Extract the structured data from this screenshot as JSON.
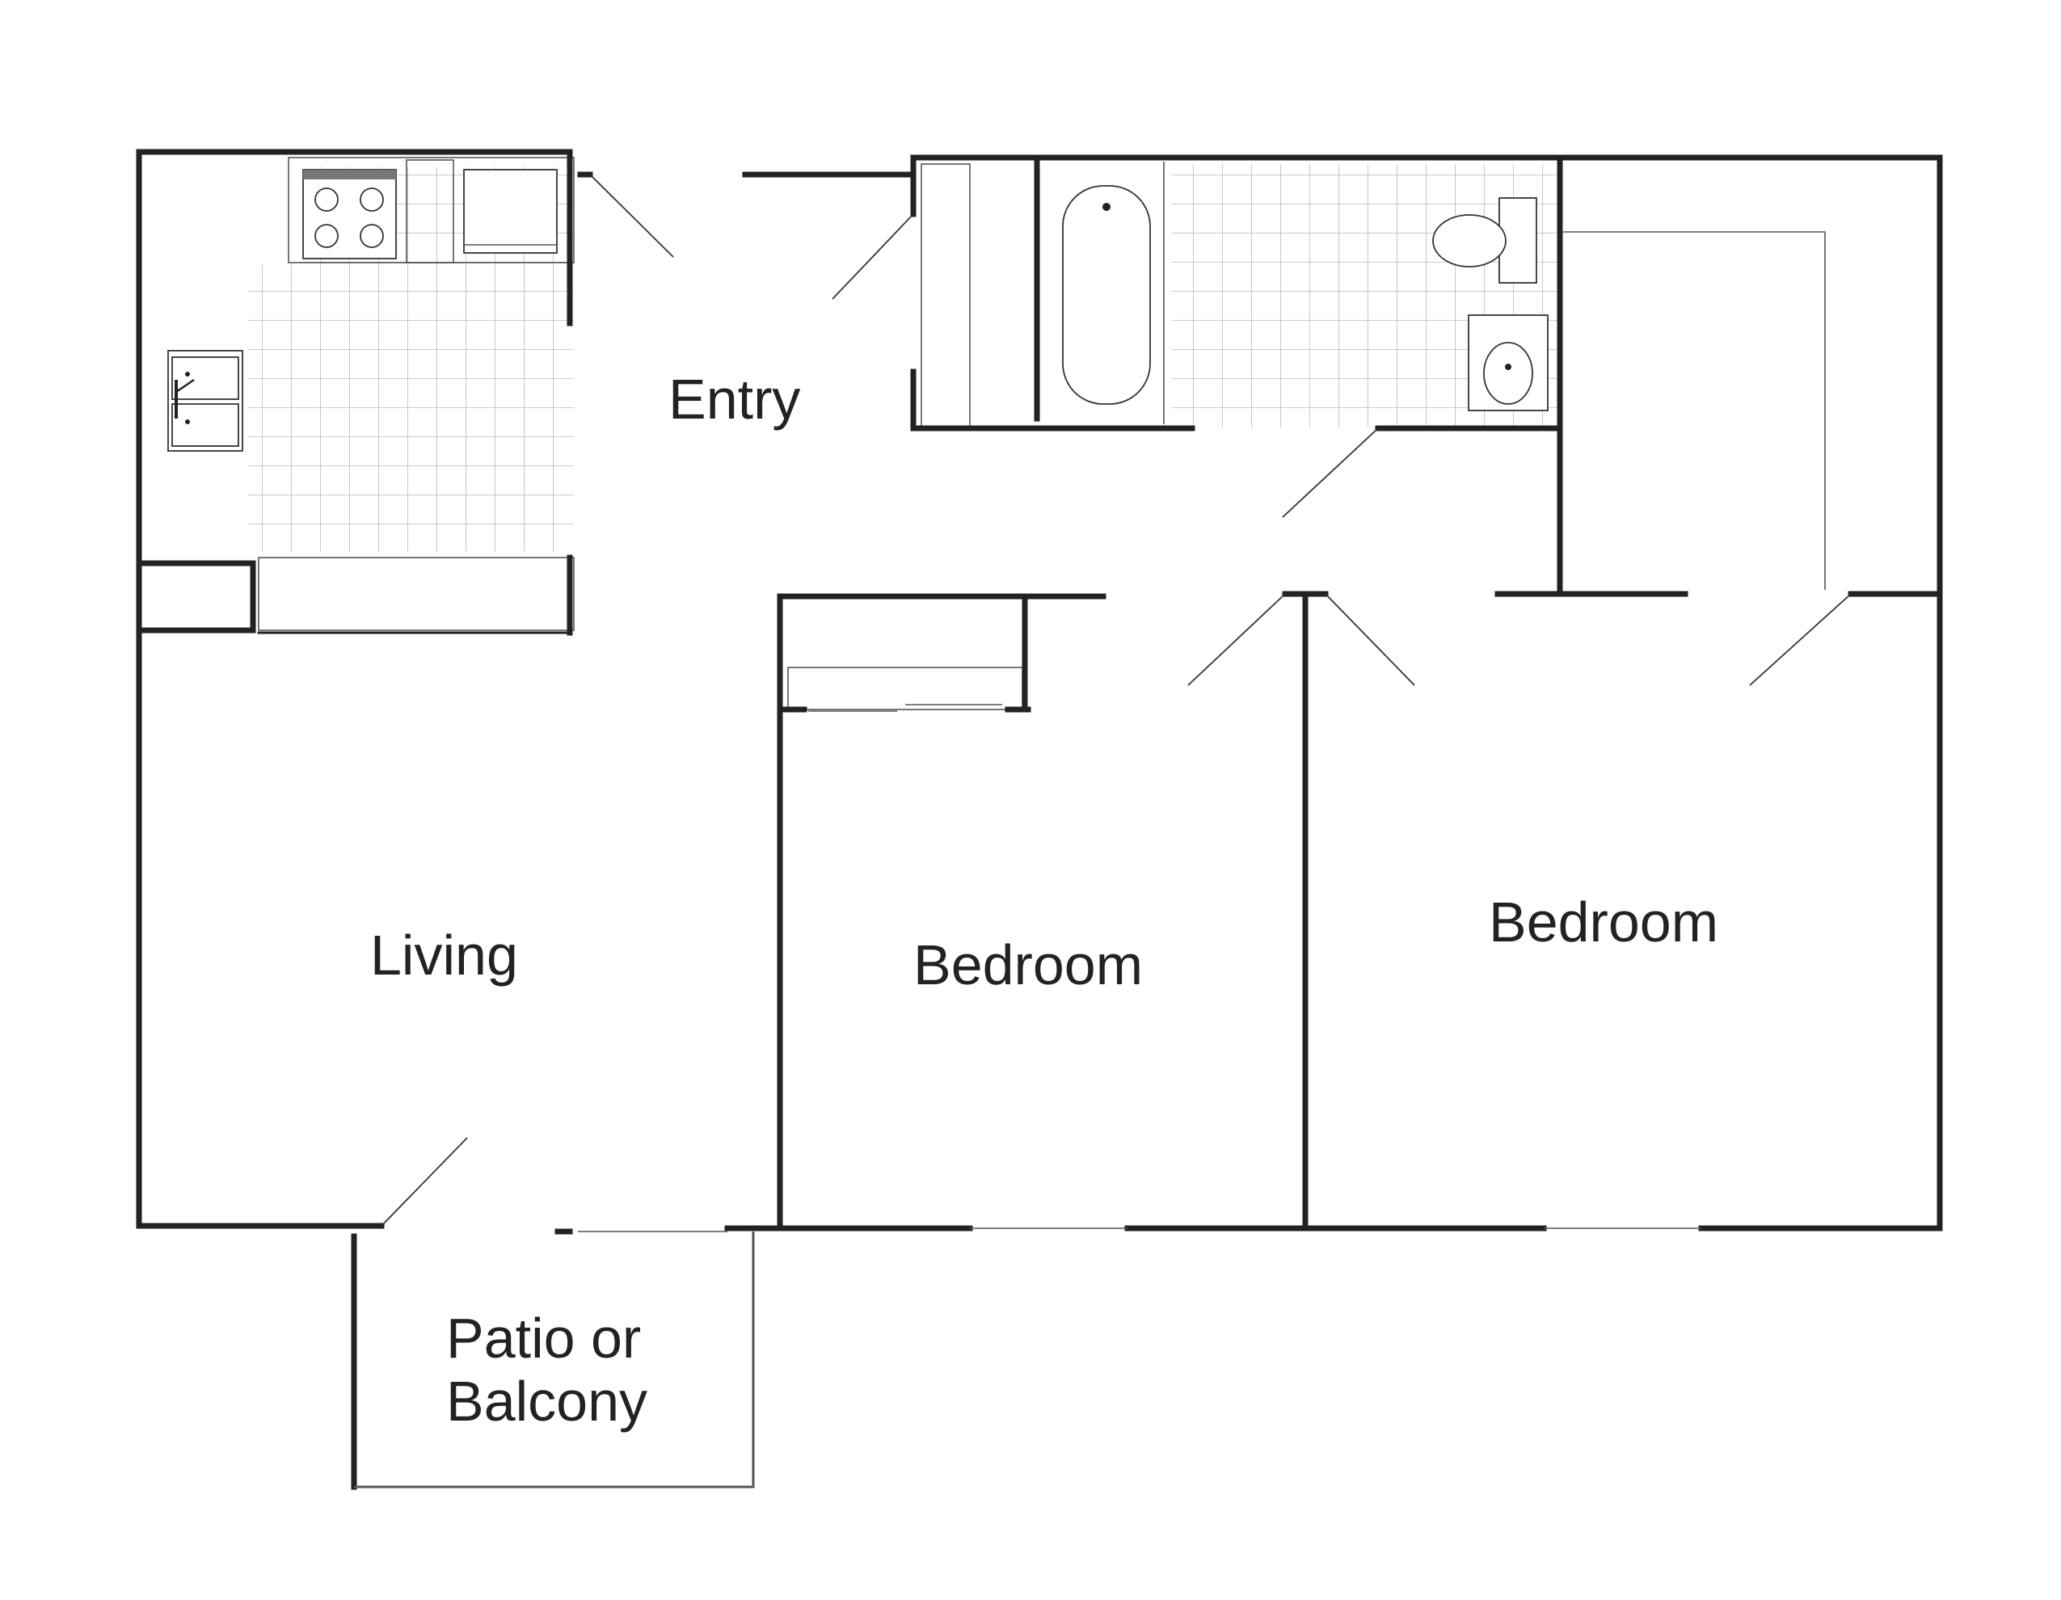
{
  "rooms": {
    "entry": "Entry",
    "living": "Living",
    "bedroom_1": "Bedroom",
    "bedroom_2": "Bedroom",
    "patio_line_1": "Patio or",
    "patio_line_2": "Balcony"
  },
  "colors": {
    "wall": "#222222",
    "tile_grid": "#9a9a9a",
    "background": "#ffffff"
  }
}
